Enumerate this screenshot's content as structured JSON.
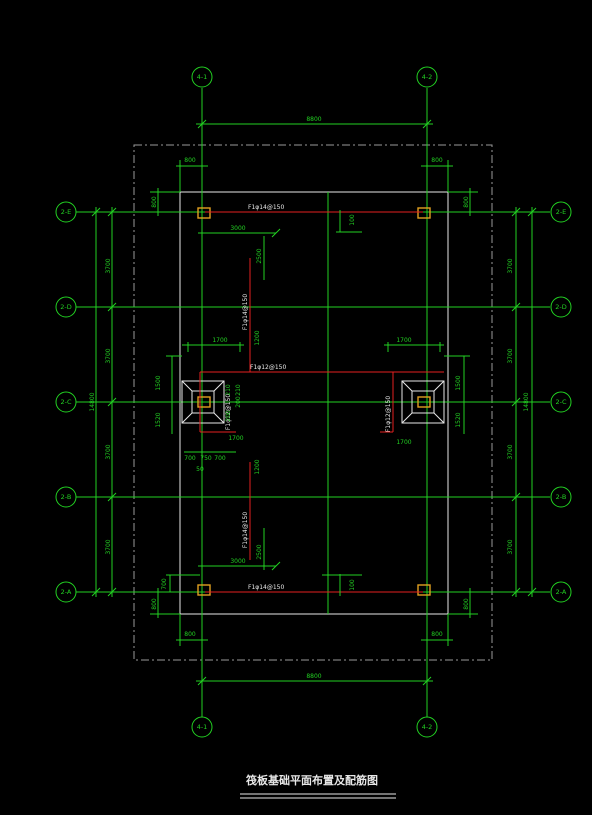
{
  "drawing_title": "筏板基础平面布置及配筋图",
  "axes": {
    "top": [
      "4-1",
      "4-2"
    ],
    "bottom": [
      "4-1",
      "4-2"
    ],
    "left": [
      "2-E",
      "2-D",
      "2-C",
      "2-B",
      "2-A"
    ],
    "right": [
      "2-E",
      "2-D",
      "2-C",
      "2-B",
      "2-A"
    ]
  },
  "dims": {
    "overall_top": "8800",
    "overall_bottom": "8800",
    "top_left_800": "800",
    "top_right_800": "800",
    "bottom_left_800": "800",
    "bottom_right_800": "800",
    "left_top_800": "800",
    "right_top_800": "800",
    "left_bottom_800": "800",
    "right_bottom_800": "800",
    "left_span_1": "3700",
    "left_span_2": "3700",
    "left_span_3": "3700",
    "left_span_4": "3700",
    "left_total": "14800",
    "right_span_1": "3700",
    "right_span_2": "3700",
    "right_span_3": "3700",
    "right_span_4": "3700",
    "right_total": "14800",
    "top_3000": "3000",
    "bottom_3000": "3000",
    "top_2500": "2500",
    "bottom_2500": "2500",
    "top_100": "100",
    "bottom_100": "100",
    "left_1700": "1700",
    "right_1700": "1700",
    "left_1500": "1500",
    "right_1500": "1500",
    "left_1520": "1520",
    "right_1520": "1520",
    "left_1700b": "1700",
    "right_1700b": "1700",
    "left_1200": "1200",
    "left_1200b": "1200",
    "bottom_left_700": "700",
    "dim_700a": "700",
    "dim_750": "750",
    "dim_700b": "700",
    "dim_50": "50",
    "dim_210a": "210",
    "dim_210b": "210",
    "dim_200a": "200",
    "dim_200b": "200"
  },
  "rebar": {
    "top": "F1φ14@150",
    "upper_vertical": "F1φ14@150",
    "middle": "F1φ12@150",
    "right_vertical": "F1φ12@150",
    "lower_vertical": "F1φ14@150",
    "bottom": "F1φ14@150",
    "sump_left": "F1φ12@150"
  }
}
